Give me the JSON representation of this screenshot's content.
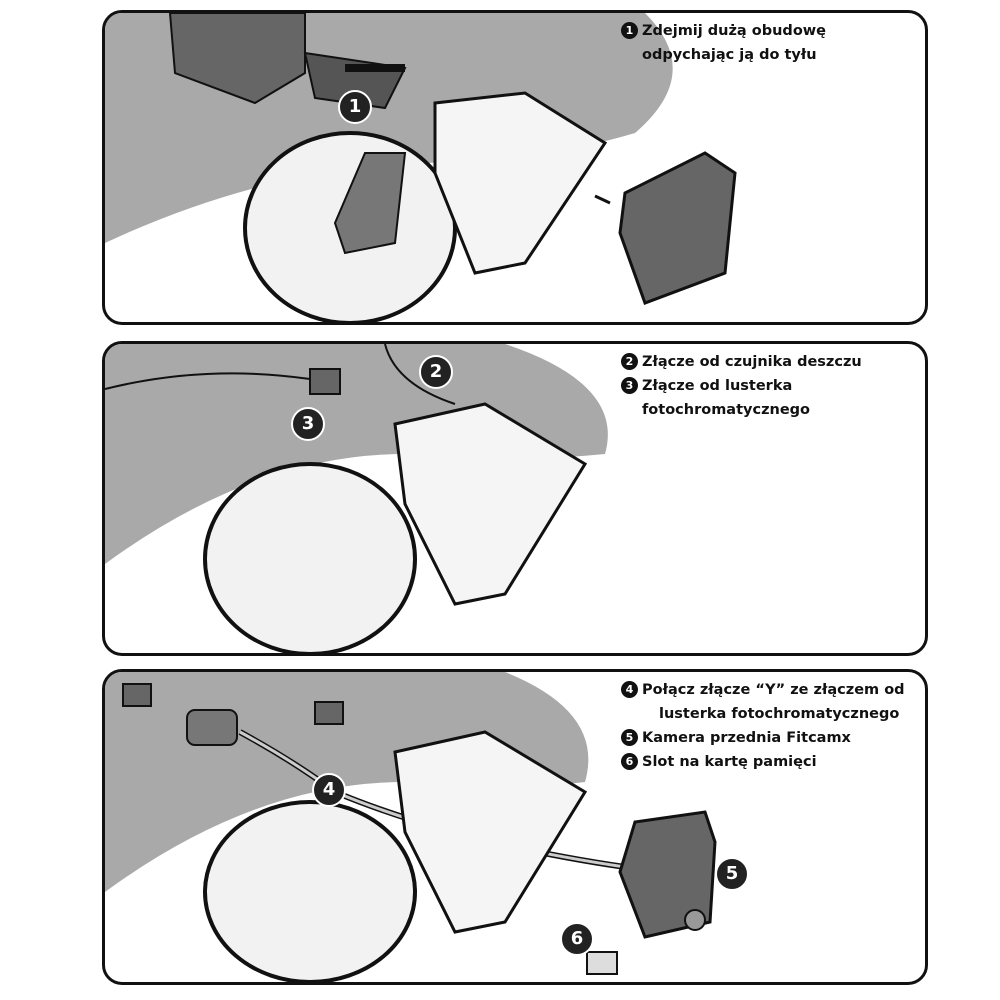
{
  "steps": [
    {
      "num": "1",
      "lines": [
        "Zdejmij dużą obudowę",
        "odpychając ją do tyłu"
      ]
    },
    {
      "num": "2",
      "lines": [
        "Złącze od czujnika deszczu"
      ]
    },
    {
      "num": "3",
      "lines": [
        "Złącze od lusterka",
        "fotochromatycznego"
      ]
    },
    {
      "num": "4",
      "lines": [
        "Połącz złącze “Y” ze złączem od",
        "lusterka fotochromatycznego"
      ]
    },
    {
      "num": "5",
      "lines": [
        "Kamera przednia Fitcamx"
      ]
    },
    {
      "num": "6",
      "lines": [
        "Slot na kartę pamięci"
      ]
    }
  ],
  "colors": {
    "headliner": "#a9a9a9",
    "outline": "#111111",
    "mirror": "#f2f2f2"
  }
}
